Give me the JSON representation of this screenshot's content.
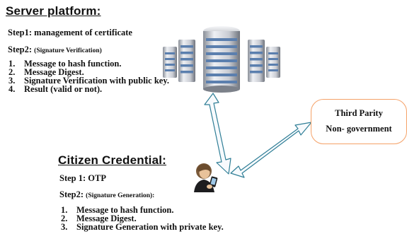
{
  "server": {
    "title": "Server platform:",
    "step1": "Step1: management of certificate",
    "step2_prefix": "Step2:",
    "step2_detail": "(Signature Verification)",
    "items": [
      "Message to hash function.",
      "Message Digest.",
      "Signature Verification with public key.",
      "Result (valid or not)."
    ]
  },
  "citizen": {
    "title": "Citizen  Credential:",
    "step1": "Step 1: OTP",
    "step2_prefix": "Step2:",
    "step2_detail": "(Signature Generation):",
    "items": [
      "Message to hash function.",
      "Message Digest.",
      "Signature Generation with private key."
    ]
  },
  "third_party": {
    "line1": "Third Parity",
    "line2": "Non- government"
  },
  "colors": {
    "arrow_fill": "#f7fafd",
    "arrow_stroke": "#2f7e96",
    "box_border": "#f5a167",
    "server_blue": "#5b7fae"
  },
  "icons": [
    "server-cluster-icon",
    "citizen-phone-icon"
  ]
}
